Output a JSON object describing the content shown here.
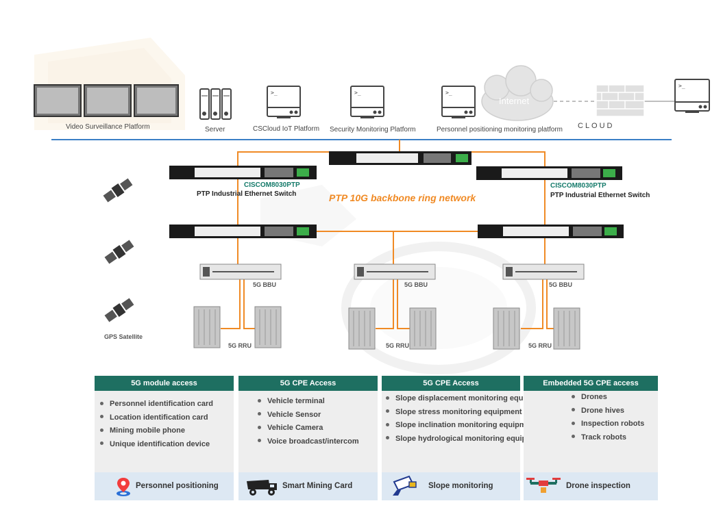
{
  "platforms": {
    "video": "Video Surveillance Platform",
    "server": "Server",
    "cscloud": "CSCloud IoT Platform",
    "security": "Security Monitoring Platform",
    "personnel": "Personnel positioning monitoring platform",
    "internet": "Internet",
    "cloud": "CLOUD"
  },
  "network": {
    "switch_model_left": "CISCOM8030PTP",
    "switch_desc_left": "PTP Industrial Ethernet Switch",
    "switch_model_right": "CISCOM8030PTP",
    "switch_desc_right": "PTP Industrial Ethernet Switch",
    "ring_label": "PTP 10G backbone ring network",
    "bbu_label": "5G BBU",
    "rru_label": "5G RRU",
    "gps_label": "GPS Satellite"
  },
  "panels": [
    {
      "title": "5G module access",
      "items": [
        "Personnel identification card",
        "Location identification card",
        "Mining mobile phone",
        "Unique identification device"
      ],
      "footer": "Personnel positioning"
    },
    {
      "title": "5G CPE Access",
      "items": [
        "Vehicle terminal",
        "Vehicle Sensor",
        "Vehicle Camera",
        "Voice broadcast/intercom"
      ],
      "footer": "Smart Mining Card"
    },
    {
      "title": "5G CPE Access",
      "items": [
        "Slope displacement monitoring equipment",
        "Slope stress monitoring equipment",
        "Slope inclination monitoring equipment",
        "Slope hydrological monitoring equipment"
      ],
      "footer": "Slope monitoring"
    },
    {
      "title": "Embedded 5G CPE access",
      "items": [
        "Drones",
        "Drone hives",
        "Inspection robots",
        "Track robots"
      ],
      "footer": "Drone inspection"
    }
  ],
  "colors": {
    "panel_header": "#1e6f61",
    "ring": "#f08a24",
    "lan_line": "#3a7fc6",
    "switch_model": "#147a6a"
  }
}
